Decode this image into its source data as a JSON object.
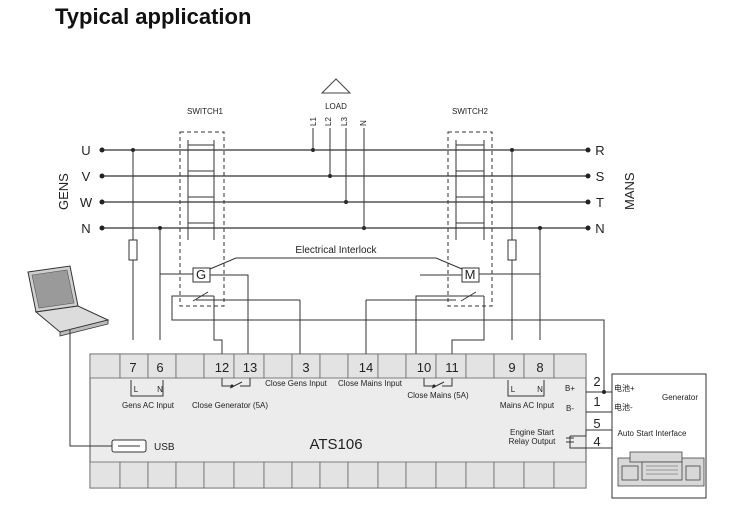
{
  "title": "Typical application",
  "load": {
    "label": "LOAD",
    "lines": [
      "L1",
      "L2",
      "L3",
      "N"
    ]
  },
  "switches": {
    "left": "SWITCH1",
    "right": "SWITCH2"
  },
  "gens": {
    "label": "GENS",
    "phases": [
      "U",
      "V",
      "W",
      "N"
    ]
  },
  "mains": {
    "label": "MANS",
    "phases": [
      "R",
      "S",
      "T",
      "N"
    ]
  },
  "interlock": {
    "label": "Electrical Interlock",
    "gen_coil": "G",
    "mains_coil": "M"
  },
  "controller": {
    "model": "ATS106",
    "usb_label": "USB",
    "terminals": [
      "7",
      "6",
      "12",
      "13",
      "3",
      "14",
      "10",
      "11",
      "9",
      "8"
    ],
    "gens_ac_input": "Gens AC Input",
    "close_generator": "Close Generator (5A)",
    "close_gens_input": "Close Gens Input",
    "close_mains_input": "Close Mains Input",
    "close_mains": "Close Mains (5A)",
    "mains_ac_input": "Mains AC Input",
    "L": "L",
    "N": "N",
    "b_plus": "B+",
    "b_minus": "B-",
    "engine_start_line1": "Engine Start",
    "engine_start_line2": "Relay Output"
  },
  "generator": {
    "label": "Generator",
    "battery_plus": "电池+",
    "battery_minus": "电池-",
    "auto_start": "Auto Start Interface",
    "terminals": [
      "2",
      "1",
      "5",
      "4"
    ]
  }
}
